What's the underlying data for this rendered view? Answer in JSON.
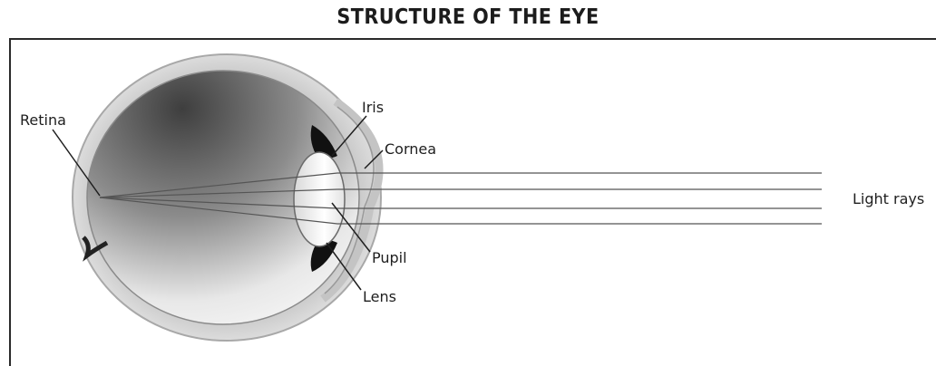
{
  "title": "STRUCTURE OF THE EYE",
  "labels": {
    "retina": "Retina",
    "iris": "Iris",
    "cornea": "Cornea",
    "pupil": "Pupil",
    "lens": "Lens",
    "light_rays": "Light rays"
  },
  "colors": {
    "ink": "#1e1e1e",
    "eyeball_outer": "#b5b5b5",
    "eyeball_inner_dark": "#4a4a4a",
    "eyeball_inner_light": "#f2f2f2",
    "ray_line": "#555555"
  }
}
